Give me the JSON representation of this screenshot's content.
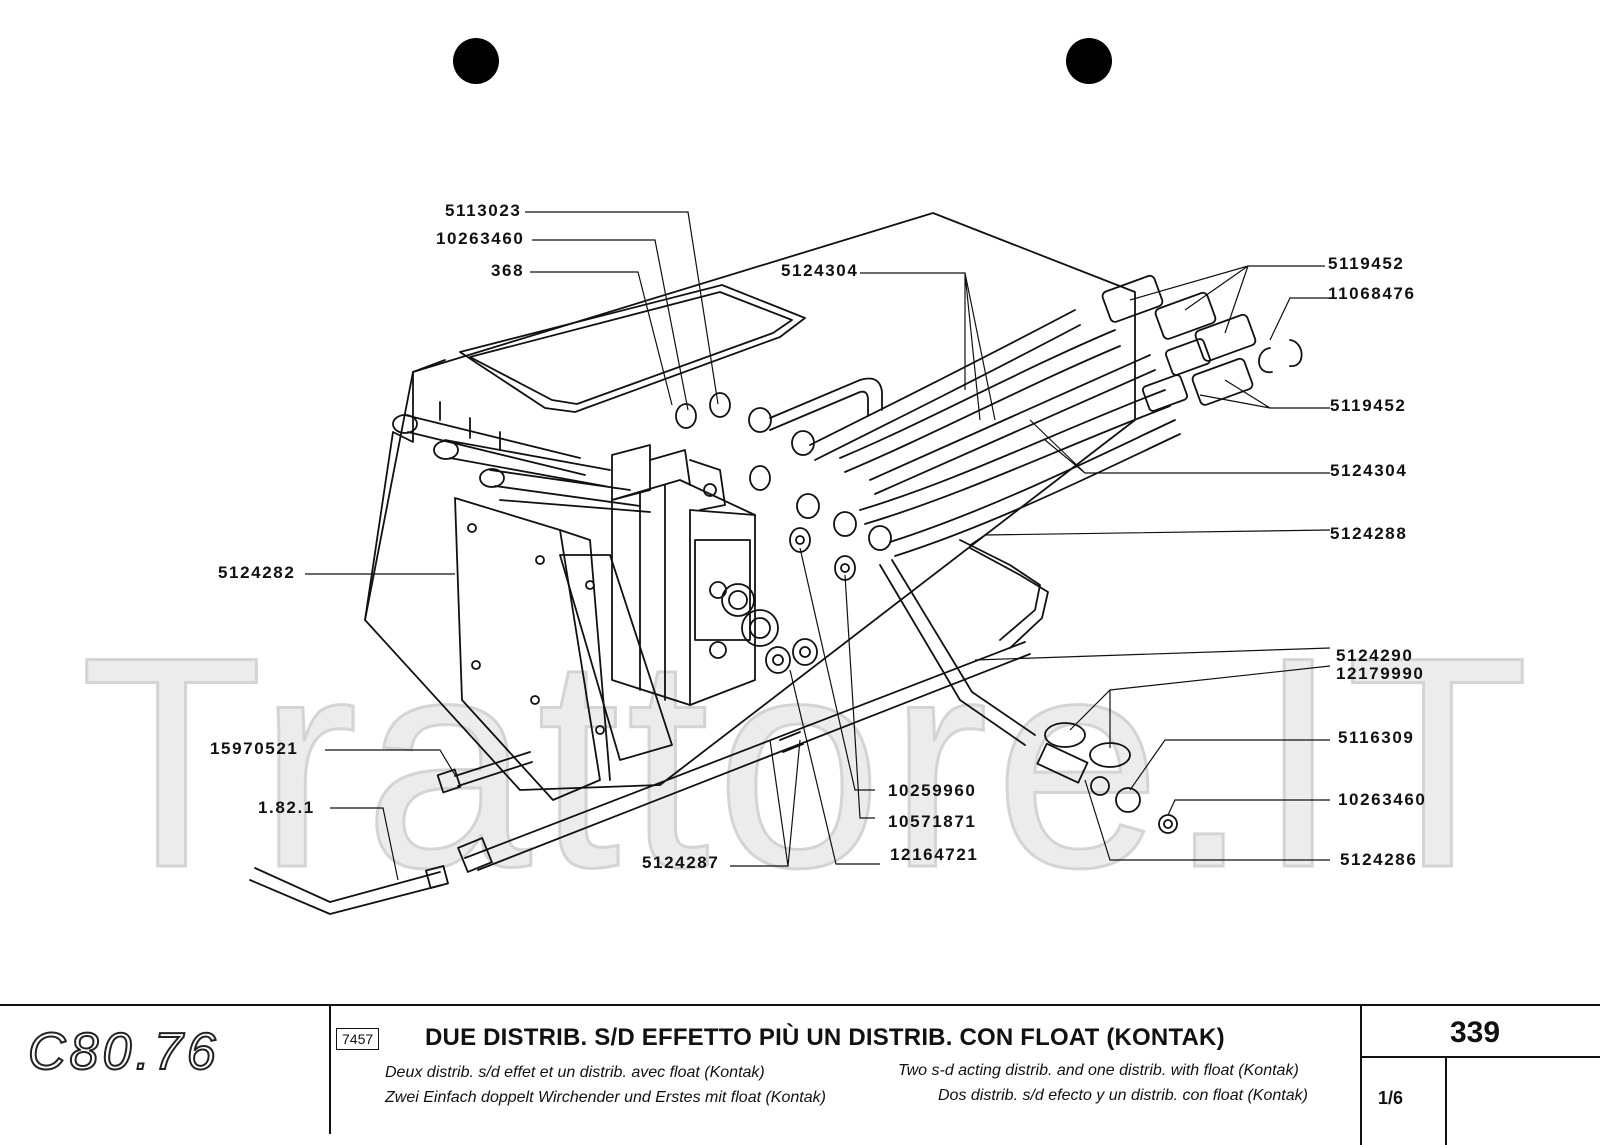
{
  "watermark": "Trattore.IT",
  "part_labels": [
    {
      "id": "l1",
      "text": "5113023"
    },
    {
      "id": "l2",
      "text": "10263460"
    },
    {
      "id": "l3",
      "text": "368"
    },
    {
      "id": "l4",
      "text": "5124304"
    },
    {
      "id": "l5",
      "text": "5119452"
    },
    {
      "id": "l6",
      "text": "11068476"
    },
    {
      "id": "l7",
      "text": "5119452"
    },
    {
      "id": "l8",
      "text": "5124304"
    },
    {
      "id": "l9",
      "text": "5124288"
    },
    {
      "id": "l10",
      "text": "5124282"
    },
    {
      "id": "l11",
      "text": "5124290"
    },
    {
      "id": "l12",
      "text": "12179990"
    },
    {
      "id": "l13",
      "text": "5116309"
    },
    {
      "id": "l14",
      "text": "10263460"
    },
    {
      "id": "l15",
      "text": "5124286"
    },
    {
      "id": "l16",
      "text": "15970521"
    },
    {
      "id": "l17",
      "text": "1.82.1"
    },
    {
      "id": "l18",
      "text": "10259960"
    },
    {
      "id": "l19",
      "text": "10571871"
    },
    {
      "id": "l20",
      "text": "12164721"
    },
    {
      "id": "l21",
      "text": "5124287"
    }
  ],
  "footer": {
    "model": "C80.76",
    "code": "7457",
    "title": "DUE DISTRIB. S/D EFFETTO PIÙ UN DISTRIB. CON FLOAT (KONTAK)",
    "fr": "Deux distrib. s/d effet et un distrib. avec float (Kontak)",
    "de": "Zwei Einfach doppelt Wirchender und Erstes mit float (Kontak)",
    "en": "Two s-d acting distrib. and one distrib. with float (Kontak)",
    "es": "Dos distrib. s/d efecto y un distrib. con float (Kontak)",
    "page": "339",
    "sheet": "1/6"
  }
}
